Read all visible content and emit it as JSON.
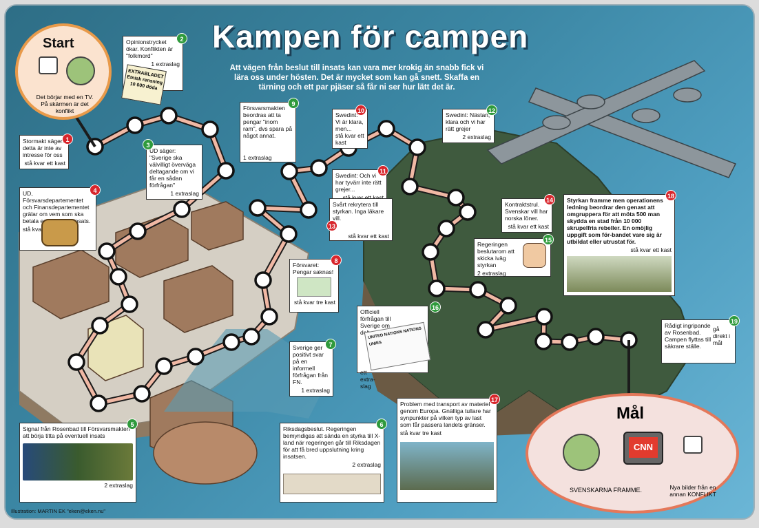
{
  "title": "Kampen för campen",
  "intro": "Att vägen från beslut till insats kan vara mer krokig än snabb fick vi lära oss under hösten. Det är mycket som kan gå snett. Skaffa en tärning och ett par pjäser så får ni ser hur lätt det är.",
  "start": {
    "label": "Start",
    "text": "Det börjar med en TV. På skärmen är det konflikt"
  },
  "goal": {
    "label": "Mål",
    "caption_left": "SVENSKARNA FRAMME.",
    "caption_right": "Nya bilder från en annan KONFLIKT",
    "tv_brand": "CNN"
  },
  "credit": "Illustration: MARTIN EK \"eken@eken.nu\"",
  "book_text": "EXTRABLADET Etnisk rensning 10 000 döda",
  "un_doc_text": "UNITED NATIONS NATIONS UNIES",
  "steps": [
    {
      "n": "1",
      "text": "Stormakt säger: detta är inte av intresse för oss",
      "sub": "stå kvar ett kast",
      "color": "red"
    },
    {
      "n": "2",
      "text": "Opinionstrycket ökar. Konflikten är \"folkmord\"",
      "sub": "1 extraslag",
      "color": "green"
    },
    {
      "n": "3",
      "text": "UD säger: \"Sverige ska välvilligt överväga deltagande om vi får en sådan förfrågan\"",
      "sub": "1 extraslag",
      "color": "green"
    },
    {
      "n": "4",
      "text": "UD, Försvarsdepartementet och Finansdepartementet grälar om vem som ska betala en eventuell insats.",
      "sub": "stå kvar två kast",
      "color": "red"
    },
    {
      "n": "5",
      "text": "Signal från Rosenbad till Försvarsmakten att börja titta på eventuell insats",
      "sub": "2 extraslag",
      "color": "green"
    },
    {
      "n": "6",
      "text": "Riksdagsbeslut. Regeringen bemyndigas att sända en styrka till X-land när regeringen går till Riksdagen för att få bred uppslutning kring insatsen.",
      "sub": "2 extraslag",
      "color": "green"
    },
    {
      "n": "7",
      "text": "Sverige ger positivt svar på en informell förfrågan från FN.",
      "sub": "1 extraslag",
      "color": "green"
    },
    {
      "n": "8",
      "text": "Försvaret: Pengar saknas!",
      "sub": "stå kvar tre kast",
      "color": "red"
    },
    {
      "n": "9",
      "text": "Försvarsmakten beordras att ta pengar \"inom ram\", dvs spara på något annat.",
      "sub": "1 extraslag",
      "color": "green"
    },
    {
      "n": "10",
      "text": "Swedint: Vi är klara, men...",
      "sub": "stå kvar ett kast",
      "color": "red"
    },
    {
      "n": "11",
      "text": "Swedint: Och vi har tyvärr inte rätt grejer...",
      "sub": "stå kvar ett kast",
      "color": "red"
    },
    {
      "n": "12",
      "text": "Swedint: Nästan, klara och vi har rätt grejer",
      "sub": "2 extraslag",
      "color": "green"
    },
    {
      "n": "13",
      "text": "Svårt rekrytera till styrkan. Inga läkare vill.",
      "sub": "stå kvar ett kast",
      "color": "red"
    },
    {
      "n": "14",
      "text": "Kontraktstrul. Svenskar vill har norska löner.",
      "sub": "stå kvar ett kast",
      "color": "red"
    },
    {
      "n": "15",
      "text": "Regeringen beslutarom att skicka iväg styrkan",
      "sub": "2 extraslag",
      "color": "green"
    },
    {
      "n": "16",
      "text": "Officiell förfrågan till Sverige om deltagande",
      "sub": "ett extra-slag",
      "color": "green"
    },
    {
      "n": "17",
      "text": "Problem med transport av materiel genom Europa. Gnälliga tullare har synpunkter på vilken typ av last som får passera landets gränser.",
      "sub": "stå kvar tre kast",
      "color": "red"
    },
    {
      "n": "18",
      "text": "Styrkan framme men operationens ledning beordrar den genast att omgruppera för att möta 500 man skydda en stad från 10 000 skrupelfria rebeller. En omöjlig uppgift som för-bandet vare sig är utbildat eller utrustat för.",
      "sub": "stå kvar ett kast",
      "color": "red"
    },
    {
      "n": "19",
      "text": "Rådigt ingripande av Rosenbad. Campen flyttas till säkrare ställe.",
      "sub": "gå direkt i mål",
      "color": "green"
    }
  ],
  "colors": {
    "sea": "#3b86a3",
    "land": "#3f5a3e",
    "path": "#d23a2e",
    "node": "#ffffff",
    "badge_red": "#d8262c",
    "badge_green": "#2f9a3c"
  }
}
